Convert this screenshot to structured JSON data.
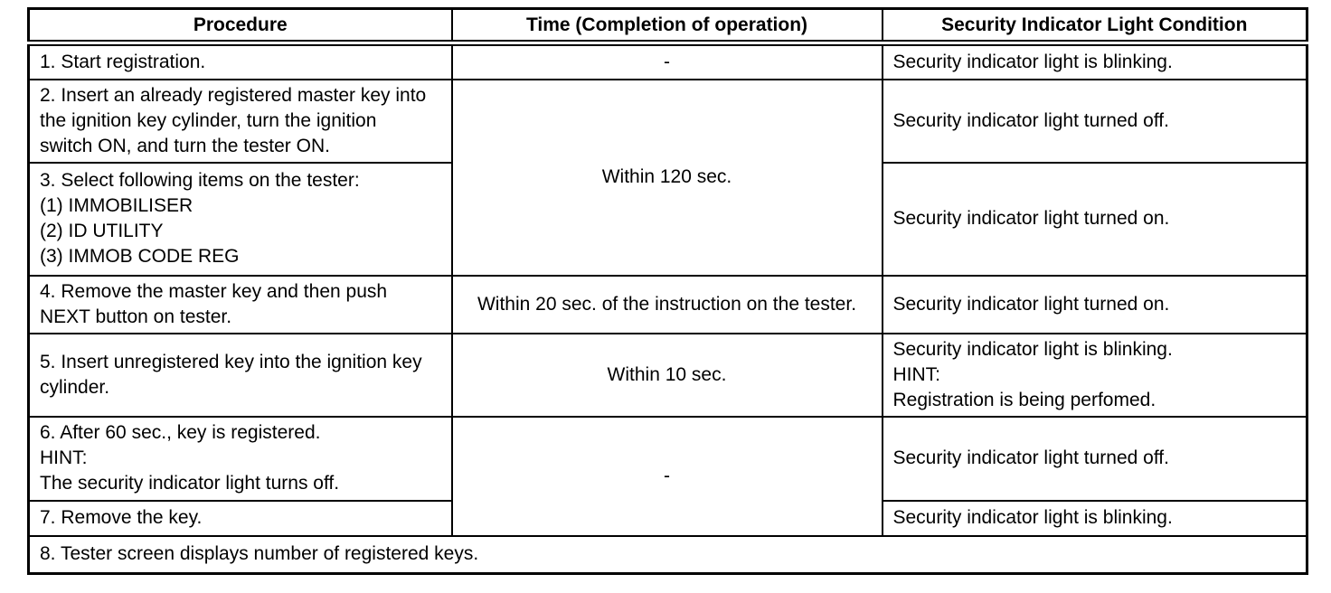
{
  "table": {
    "border_color": "#000000",
    "background_color": "#ffffff",
    "text_color": "#000000",
    "header": {
      "procedure": "Procedure",
      "time": "Time (Completion of operation)",
      "condition": "Security Indicator Light Condition"
    },
    "rows": [
      {
        "procedure": "1. Start registration.",
        "time": "-",
        "condition": "Security indicator light is blinking."
      },
      {
        "procedure": "2. Insert an already registered master key into\nthe ignition key cylinder, turn the ignition\nswitch ON, and turn the tester ON.",
        "time": "Within 120 sec.",
        "condition": "Security indicator light turned off."
      },
      {
        "procedure": "3. Select following items on the tester:\n(1) IMMOBILISER\n(2) ID UTILITY\n(3) IMMOB CODE REG",
        "condition": "Security indicator light turned on."
      },
      {
        "procedure": "4. Remove the master key and then push\nNEXT button on tester.",
        "time": "Within 20 sec. of the instruction on the tester.",
        "condition": "Security indicator light turned on."
      },
      {
        "procedure": "5. Insert unregistered key into the ignition key\ncylinder.",
        "time": "Within 10 sec.",
        "condition": "Security indicator light is blinking.\nHINT:\nRegistration is being perfomed."
      },
      {
        "procedure": "6. After 60 sec., key is registered.\nHINT:\nThe security indicator light turns off.",
        "time": "-",
        "condition": "Security indicator light turned off."
      },
      {
        "procedure": "7. Remove the key.",
        "condition": "Security indicator light is blinking."
      },
      {
        "procedure": "8. Tester screen displays number of registered keys."
      }
    ]
  }
}
